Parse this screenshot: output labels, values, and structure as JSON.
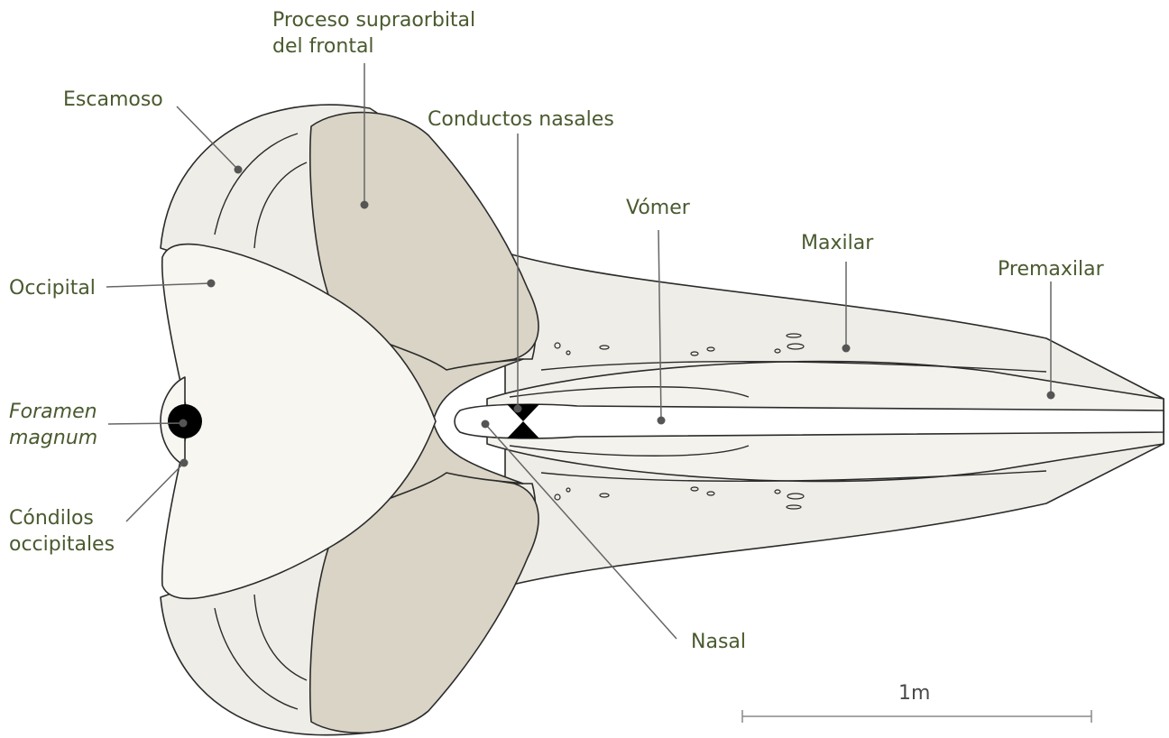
{
  "labels": {
    "proceso": "Proceso supraorbital",
    "proceso_2": "del frontal",
    "escamoso": "Escamoso",
    "conductos": "Conductos nasales",
    "vomer": "Vómer",
    "maxilar": "Maxilar",
    "premaxilar": "Premaxilar",
    "occipital": "Occipital",
    "foramen": "Foramen",
    "foramen_2": "magnum",
    "condilos": "Cóndilos",
    "condilos_2": "occipitales",
    "nasal": "Nasal"
  },
  "scale": {
    "label": "1m"
  },
  "colors": {
    "bone": "#efede7",
    "bone_light": "#f7f6f1",
    "frontal": "#d9d4c5",
    "outline": "#2b2b2b",
    "leader": "#666666",
    "label": "#4a5a2f"
  }
}
